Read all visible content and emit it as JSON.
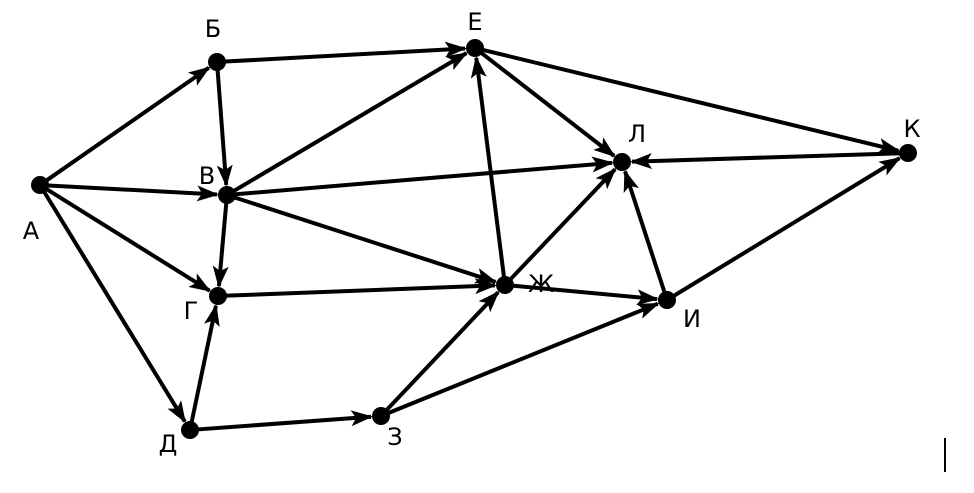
{
  "graph": {
    "nodes": [
      {
        "id": "A",
        "label": "А"
      },
      {
        "id": "B",
        "label": "Б"
      },
      {
        "id": "V",
        "label": "В"
      },
      {
        "id": "G",
        "label": "Г"
      },
      {
        "id": "D",
        "label": "Д"
      },
      {
        "id": "E",
        "label": "Е"
      },
      {
        "id": "Zh",
        "label": "Ж"
      },
      {
        "id": "Z",
        "label": "З"
      },
      {
        "id": "I",
        "label": "И"
      },
      {
        "id": "K",
        "label": "К"
      },
      {
        "id": "L",
        "label": "Л"
      }
    ],
    "edges": [
      {
        "from": "A",
        "to": "B"
      },
      {
        "from": "A",
        "to": "V"
      },
      {
        "from": "A",
        "to": "G"
      },
      {
        "from": "A",
        "to": "D"
      },
      {
        "from": "B",
        "to": "V"
      },
      {
        "from": "B",
        "to": "E"
      },
      {
        "from": "V",
        "to": "G"
      },
      {
        "from": "V",
        "to": "E"
      },
      {
        "from": "V",
        "to": "Zh"
      },
      {
        "from": "D",
        "to": "G"
      },
      {
        "from": "D",
        "to": "Z"
      },
      {
        "from": "G",
        "to": "Zh"
      },
      {
        "from": "Z",
        "to": "Zh"
      },
      {
        "from": "Z",
        "to": "I"
      },
      {
        "from": "Zh",
        "to": "E"
      },
      {
        "from": "Zh",
        "to": "L"
      },
      {
        "from": "Zh",
        "to": "I"
      },
      {
        "from": "E",
        "to": "L"
      },
      {
        "from": "E",
        "to": "K"
      },
      {
        "from": "I",
        "to": "L"
      },
      {
        "from": "I",
        "to": "K"
      },
      {
        "from": "K",
        "to": "L"
      },
      {
        "from": "V",
        "to": "L"
      }
    ]
  }
}
